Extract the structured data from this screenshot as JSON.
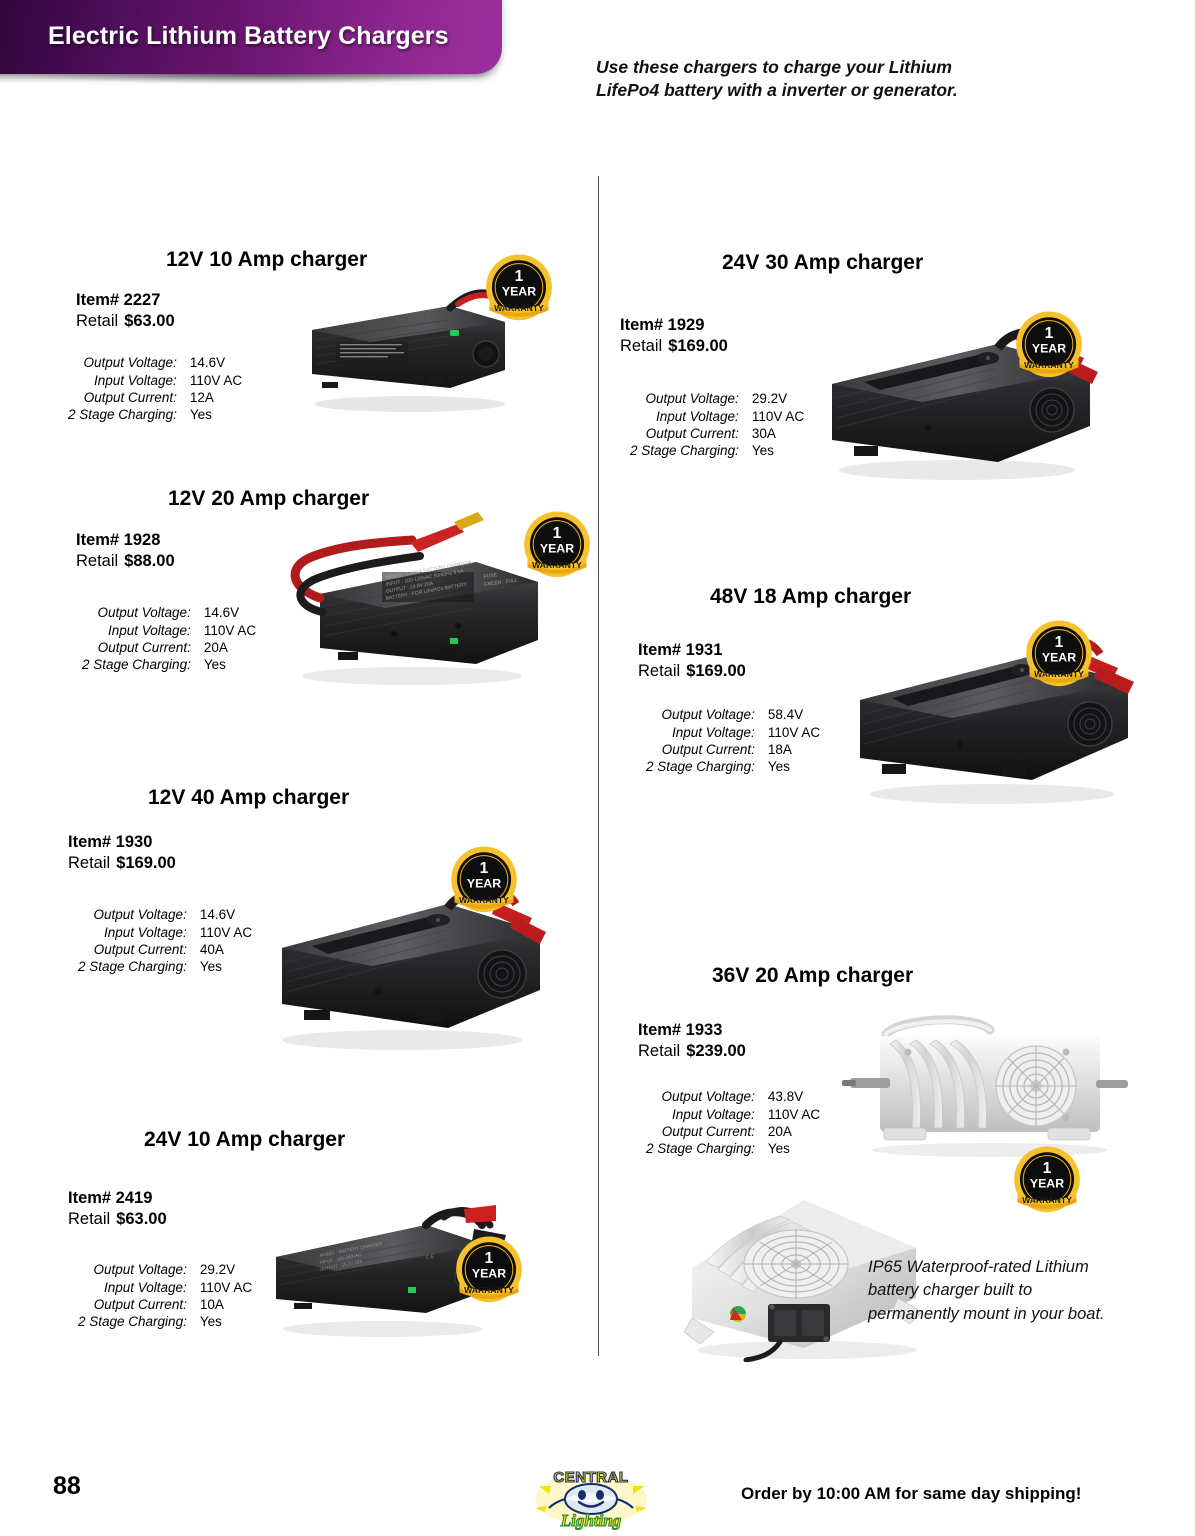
{
  "header": {
    "banner_title": "Electric Lithium Battery Chargers",
    "intro_line1": "Use these chargers to charge your Lithium",
    "intro_line2": "LifePo4 battery with a inverter or generator.",
    "banner_gradient_start": "#2e0638",
    "banner_gradient_end": "#9c2f9e"
  },
  "spec_labels": {
    "output_voltage": "Output Voltage:",
    "input_voltage": "Input Voltage:",
    "output_current": "Output Current:",
    "two_stage": "2 Stage Charging:",
    "two_stage_alt": "2  Stage Charging:"
  },
  "common": {
    "item_prefix": "Item#",
    "retail_label": "Retail"
  },
  "badge": {
    "number": "1",
    "year": "YEAR",
    "warranty": "WARRANTY",
    "gold": "#f5b51b",
    "black": "#0d0d0d"
  },
  "products": [
    {
      "title": "12V 10 Amp charger",
      "item": "Item# 2227",
      "retail_label": "Retail",
      "price": "$63.00",
      "specs": [
        {
          "label": "Output Voltage:",
          "value": "14.6V"
        },
        {
          "label": "Input Voltage:",
          "value": "110V AC"
        },
        {
          "label": "Output Current:",
          "value": "12A"
        },
        {
          "label": "2 Stage Charging:",
          "value": "Yes"
        }
      ]
    },
    {
      "title": "12V 20 Amp charger",
      "item": "Item# 1928",
      "retail_label": "Retail",
      "price": "$88.00",
      "specs": [
        {
          "label": "Output Voltage:",
          "value": "14.6V"
        },
        {
          "label": "Input Voltage:",
          "value": "110V AC"
        },
        {
          "label": "Output Current:",
          "value": "20A"
        },
        {
          "label": "2 Stage Charging:",
          "value": "Yes"
        }
      ]
    },
    {
      "title": "12V 40 Amp charger",
      "item": "Item# 1930",
      "retail_label": "Retail",
      "price": "$169.00",
      "specs": [
        {
          "label": "Output Voltage:",
          "value": "14.6V"
        },
        {
          "label": "Input Voltage:",
          "value": "110V AC"
        },
        {
          "label": "Output Current:",
          "value": "40A"
        },
        {
          "label": "2 Stage Charging:",
          "value": "Yes"
        }
      ]
    },
    {
      "title": "24V 10 Amp charger",
      "item": "Item# 2419",
      "retail_label": "Retail",
      "price": "$63.00",
      "specs": [
        {
          "label": "Output Voltage:",
          "value": "29.2V"
        },
        {
          "label": "Input Voltage:",
          "value": "110V AC"
        },
        {
          "label": "Output Current:",
          "value": "10A"
        },
        {
          "label": "2 Stage Charging:",
          "value": "Yes"
        }
      ]
    },
    {
      "title": "24V 30 Amp charger",
      "item": "Item# 1929",
      "retail_label": "Retail",
      "price": "$169.00",
      "specs": [
        {
          "label": "Output Voltage:",
          "value": "29.2V"
        },
        {
          "label": "Input Voltage:",
          "value": "110V AC"
        },
        {
          "label": "Output Current:",
          "value": "30A"
        },
        {
          "label": "2 Stage Charging:",
          "value": "Yes"
        }
      ]
    },
    {
      "title": "48V 18 Amp charger",
      "item": "Item# 1931",
      "retail_label": "Retail",
      "price": "$169.00",
      "specs": [
        {
          "label": "Output Voltage:",
          "value": "58.4V"
        },
        {
          "label": "Input Voltage:",
          "value": "110V AC"
        },
        {
          "label": "Output Current:",
          "value": "18A"
        },
        {
          "label": "2  Stage Charging:",
          "value": "Yes"
        }
      ]
    },
    {
      "title": "36V 20 Amp charger",
      "item": "Item# 1933",
      "retail_label": "Retail",
      "price": "$239.00",
      "specs": [
        {
          "label": "Output Voltage:",
          "value": "43.8V"
        },
        {
          "label": "Input Voltage:",
          "value": "110V AC"
        },
        {
          "label": "Output Current:",
          "value": "20A"
        },
        {
          "label": "2 Stage Charging:",
          "value": "Yes"
        }
      ]
    }
  ],
  "ip65_note": "IP65 Waterproof-rated Lithium battery charger built to permanently mount in your boat.",
  "footer": {
    "page_number": "88",
    "order_text": "Order by 10:00 AM for same day shipping!",
    "logo_top": "CENTRAL",
    "logo_bottom": "Lighting"
  }
}
